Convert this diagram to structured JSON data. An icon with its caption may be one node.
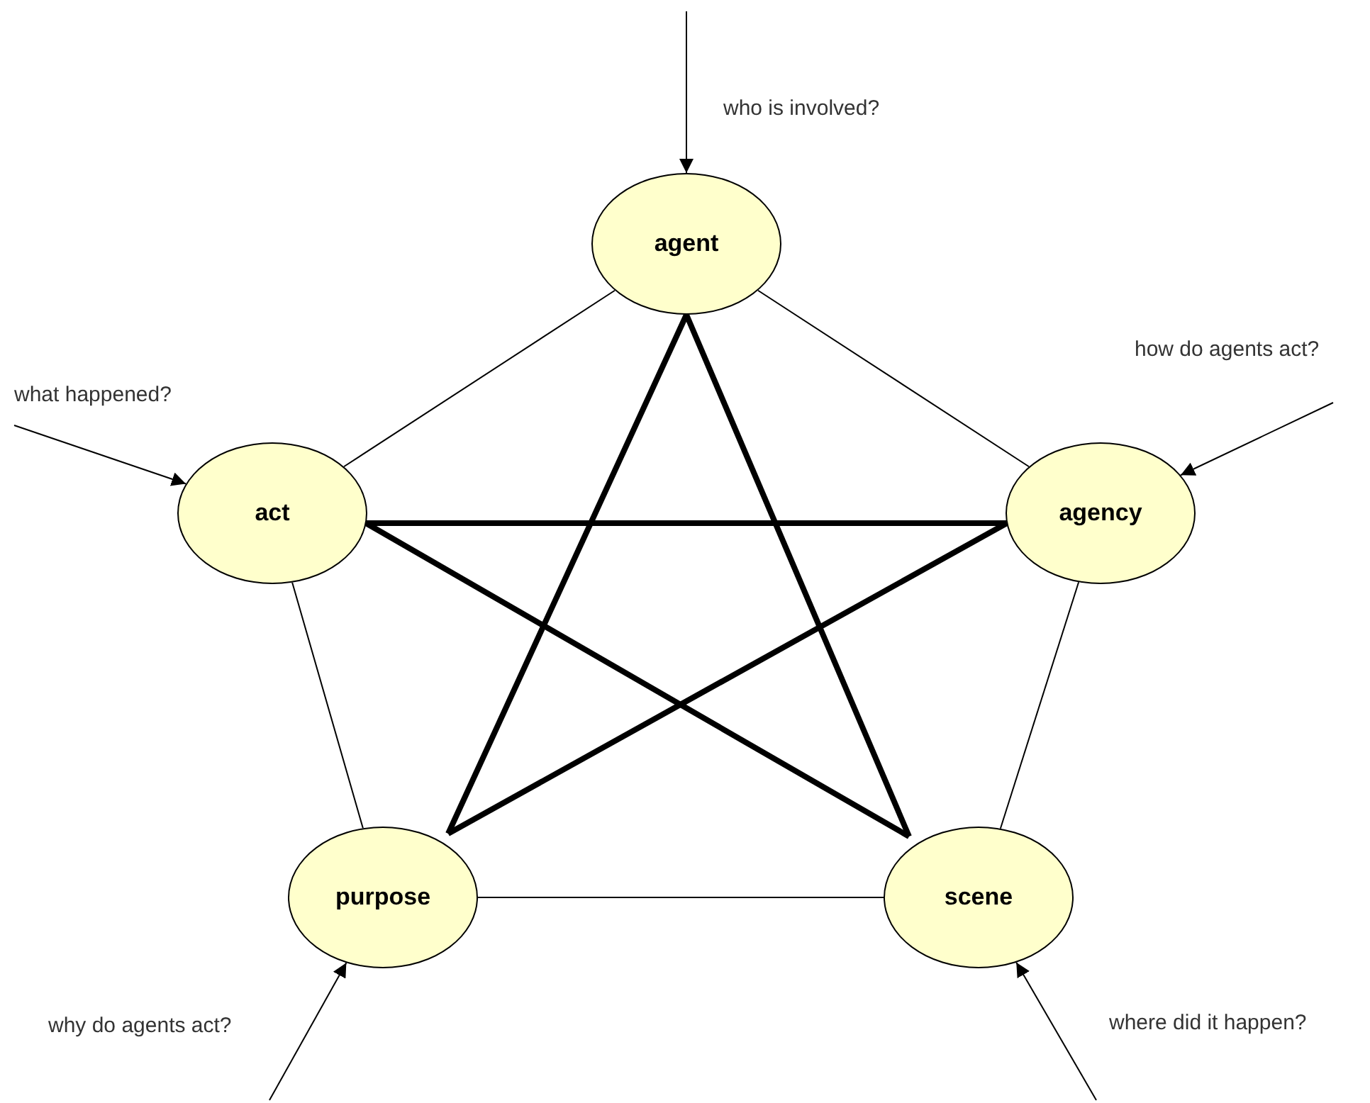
{
  "diagram": {
    "nodes": [
      {
        "text": [
          "agent"
        ]
      },
      {
        "text": [
          "act"
        ]
      },
      {
        "text": [
          "agency"
        ]
      },
      {
        "text": [
          "purpose"
        ]
      },
      {
        "text": [
          "scene"
        ]
      }
    ],
    "edges": [
      {
        "from": 0,
        "to": 1,
        "arrow": "none"
      },
      {
        "from": 0,
        "to": 2,
        "arrow": "none"
      },
      {
        "from": 1,
        "to": 3,
        "arrow": "none"
      },
      {
        "from": 2,
        "to": 4,
        "arrow": "none"
      },
      {
        "from": 3,
        "to": 4,
        "arrow": "none"
      },
      {
        "from": 0,
        "to": 3,
        "arrow": "none",
        "style": "thick"
      },
      {
        "from": 0,
        "to": 4,
        "arrow": "none",
        "style": "thick"
      },
      {
        "from": 1,
        "to": 2,
        "arrow": "none",
        "style": "thick"
      },
      {
        "from": 1,
        "to": 4,
        "arrow": "none",
        "style": "thick"
      },
      {
        "from": 2,
        "to": 3,
        "arrow": "none",
        "style": "thick"
      },
      {
        "from": null,
        "to": 0,
        "arrow": "to",
        "label": "who is involved?"
      },
      {
        "from": null,
        "to": 1,
        "arrow": "to",
        "label": "what happened?"
      },
      {
        "from": null,
        "to": 2,
        "arrow": "to",
        "label": "how do agents act?"
      },
      {
        "from": null,
        "to": 3,
        "arrow": "to",
        "label": "why do agents act?"
      },
      {
        "from": null,
        "to": 4,
        "arrow": "to",
        "label": "where did it happen?"
      }
    ]
  }
}
